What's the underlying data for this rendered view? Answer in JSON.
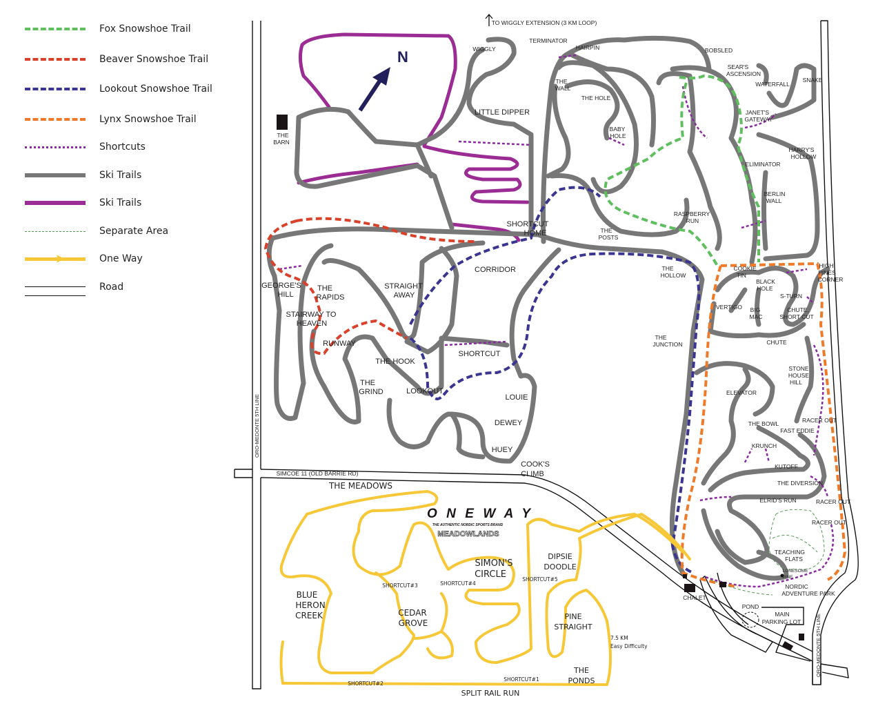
{
  "legend": [
    {
      "label": "Fox Snowshoe Trail",
      "color": "#5fbf5f",
      "style": "dashed"
    },
    {
      "label": "Beaver Snowshoe Trail",
      "color": "#d9412a",
      "style": "dashed"
    },
    {
      "label": "Lookout Snowshoe Trail",
      "color": "#3a3590",
      "style": "dashed"
    },
    {
      "label": "Lynx Snowshoe Trail",
      "color": "#ef7b2a",
      "style": "dashed"
    },
    {
      "label": "Shortcuts",
      "color": "#8a2aa0",
      "style": "dotted"
    },
    {
      "label": "Ski Trails",
      "color": "#777777",
      "style": "solid"
    },
    {
      "label": "Ski Trails",
      "color": "#9b2c94",
      "style": "solid"
    },
    {
      "label": "Separate Area",
      "color": "#4f9a4f",
      "style": "thin-dashed"
    },
    {
      "label": "One Way",
      "color": "#f6c837",
      "style": "arrow"
    },
    {
      "label": "Road",
      "color": "#111111",
      "style": "double"
    }
  ],
  "compass": "N",
  "brand": {
    "name": "ONEWAY",
    "tagline": "THE AUTHENTIC NORDIC SPORTS BRAND",
    "area": "MEADOWLANDS"
  },
  "labels": [
    "TO WIGGLY EXTENSION (3 KM LOOP)",
    "WIGGLY",
    "TERMINATOR",
    "HAIRPIN",
    "BOBSLED",
    "SEAR'S",
    "ASCENSION",
    "WATERFALL",
    "SNAKE",
    "THE",
    "WALL",
    "THE HOLE",
    "LITTLE DIPPER",
    "BABY",
    "HOLE",
    "JANET'S",
    "GATEWAY",
    "HARRY'S",
    "HOLLOW",
    "ELIMINATOR",
    "BERLIN",
    "WALL",
    "RASPBERRY",
    "RUN",
    "SHORTCUT",
    "HOME",
    "THE",
    "POSTS",
    "THE",
    "HOLLOW",
    "COOKIE",
    "TIN",
    "BLACK",
    "HOLE",
    "HIGH",
    "PINES",
    "CORNER",
    "S-TURN",
    "VERTIGO",
    "BIG",
    "MAC",
    "CHUTE,",
    "SHORT CUT",
    "THE",
    "JUNCTION",
    "CHUTE",
    "STONE",
    "HOUSE",
    "HILL",
    "ELEVATOR",
    "RACER OUT",
    "THE BOWL",
    "FAST EDDIE",
    "KRUNCH",
    "KUTOFF",
    "THE DIVERSION",
    "ELRID'S RUN",
    "RACER OUT",
    "RACER OUT",
    "TEACHING",
    "FLATS",
    "LONESOME",
    "PINE",
    "NORDIC",
    "ADVENTURE PARK",
    "CHALET",
    "POND",
    "MAIN",
    "PARKING LOT",
    "ORO-MEDONTE 5TH LINE",
    "ORO-MEDONTE 5TH LINE",
    "THE",
    "BARN",
    "GEORGE'S",
    "HILL",
    "THE",
    "RAPIDS",
    "STRAIGHT",
    "AWAY",
    "CORRIDOR",
    "STAIRWAY TO",
    "HEAVEN",
    "RUNWAY",
    "THE HOOK",
    "SHORTCUT",
    "THE",
    "GRIND",
    "LOOKOUT",
    "LOUIE",
    "DEWEY",
    "HUEY",
    "COOK'S",
    "CLIMB",
    "SIMCOE 11 (OLD BARRIE RD)",
    "THE MEADOWS",
    "SIMON'S",
    "CIRCLE",
    "DIPSIE",
    "DOODLE",
    "SHORTCUT#3",
    "SHORTCUT#4",
    "SHORTCUT#5",
    "BLUE",
    "HERON",
    "CREEK",
    "CEDAR",
    "GROVE",
    "PINE",
    "STRAIGHT",
    "7.5 KM",
    "Easy Difficulty",
    "THE",
    "PONDS",
    "SHORTCUT#2",
    "SHORTCUT#1",
    "SPLIT RAIL RUN"
  ]
}
